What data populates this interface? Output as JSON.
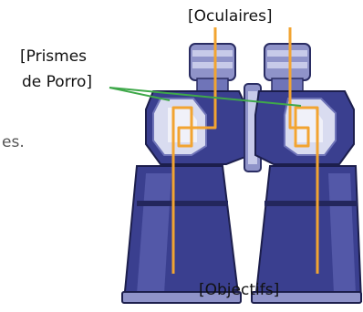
{
  "labels": {
    "oculaires": "[Oculaires]",
    "prismes_line1": "[Prismes",
    "prismes_line2": "de Porro]",
    "objectifs": "[Objectifs]"
  },
  "text_fragment": "es.",
  "colors": {
    "body_purple": "#3a3f8f",
    "body_dark": "#23265c",
    "prism_light": "#d9dcf0",
    "pointer_orange": "#f2a431",
    "pointer_green": "#3fa84a"
  }
}
